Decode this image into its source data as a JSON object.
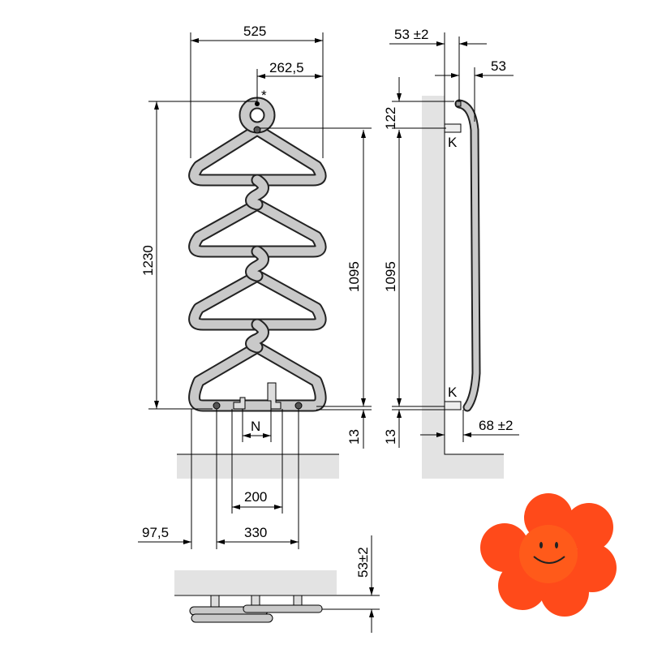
{
  "front_view": {
    "width_total": "525",
    "half_width": "262,5",
    "star_marker": "*",
    "height_total": "1230",
    "height_axis": "1095",
    "offset_bottom": "13",
    "connection_label": "N",
    "connection_spacing": "200",
    "left_offset": "97,5",
    "pipe_spacing": "330"
  },
  "side_view": {
    "wall_distance": "53",
    "wall_distance_tol": "±2",
    "depth": "53",
    "bracket_top": "122",
    "bracket_label": "K",
    "height_axis": "1095",
    "offset_bottom": "13",
    "bottom_depth": "68",
    "bottom_depth_tol": "±2"
  },
  "top_view": {
    "wall_distance": "53",
    "wall_distance_tol": "±2"
  },
  "colors": {
    "logo": "#ff4a1a",
    "wall": "#e3e3e3",
    "tube": "#c9c9c9"
  }
}
